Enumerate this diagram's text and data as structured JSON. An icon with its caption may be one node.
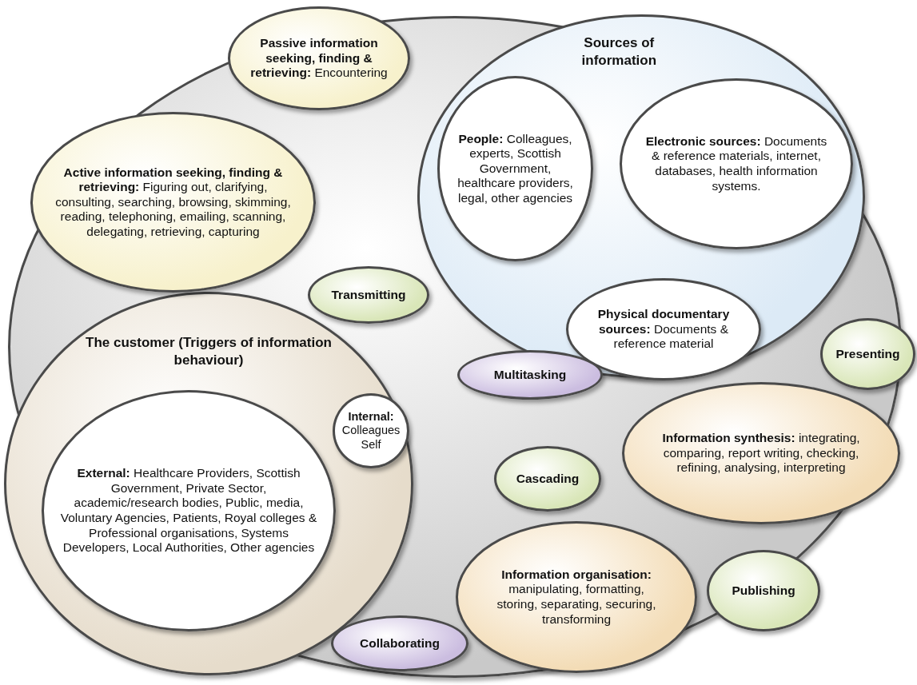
{
  "diagram": {
    "nodes": [
      {
        "text": [],
        "shape": "circle"
      },
      {
        "text": [
          "**Passive information seeking, finding & retrieving:** Encountering"
        ]
      },
      {
        "text": [
          "**Active information seeking, finding & retrieving:** Figuring out, clarifying, consulting, searching, browsing, skimming, reading, telephoning, emailing, scanning, delegating, retrieving, capturing"
        ],
        "in": 0
      },
      {
        "text": [
          "Sources of information"
        ],
        "in": 0
      },
      {
        "text": [
          "**People:** Colleagues, experts, Scottish Government, healthcare providers, legal, other agencies"
        ],
        "in": 3
      },
      {
        "text": [
          "**Electronic sources:** Documents & reference materials, internet, databases, health information systems."
        ],
        "in": 3
      },
      {
        "text": [
          "**Physical documentary sources:** Documents & reference material"
        ],
        "in": 3
      },
      {
        "text": [
          "Transmitting"
        ],
        "in": 0
      },
      {
        "text": [
          "The customer (Triggers of information behaviour)"
        ],
        "in": 0
      },
      {
        "text": [
          "**Internal:** Colleagues Self"
        ],
        "in": 8
      },
      {
        "text": [
          "**External:** Healthcare Providers, Scottish Government, Private Sector, academic/research bodies, Public, media, Voluntary Agencies, Patients, Royal colleges & Professional organisations, Systems Developers, Local Authorities, Other agencies"
        ],
        "in": 8
      },
      {
        "text": [
          "Multitasking"
        ],
        "in": 0
      },
      {
        "text": [
          "Presenting"
        ]
      },
      {
        "text": [
          "Cascading"
        ],
        "in": 0
      },
      {
        "text": [
          "**Information synthesis:** integrating, comparing, report writing, checking, refining, analysing, interpreting"
        ],
        "in": 0
      },
      {
        "text": [
          "**Information organisation:** manipulating, formatting, storing, separating, securing, transforming"
        ],
        "in": 0
      },
      {
        "text": [
          "Publishing"
        ],
        "in": 0
      },
      {
        "text": [
          "Collaborating"
        ],
        "in": 0
      }
    ]
  }
}
